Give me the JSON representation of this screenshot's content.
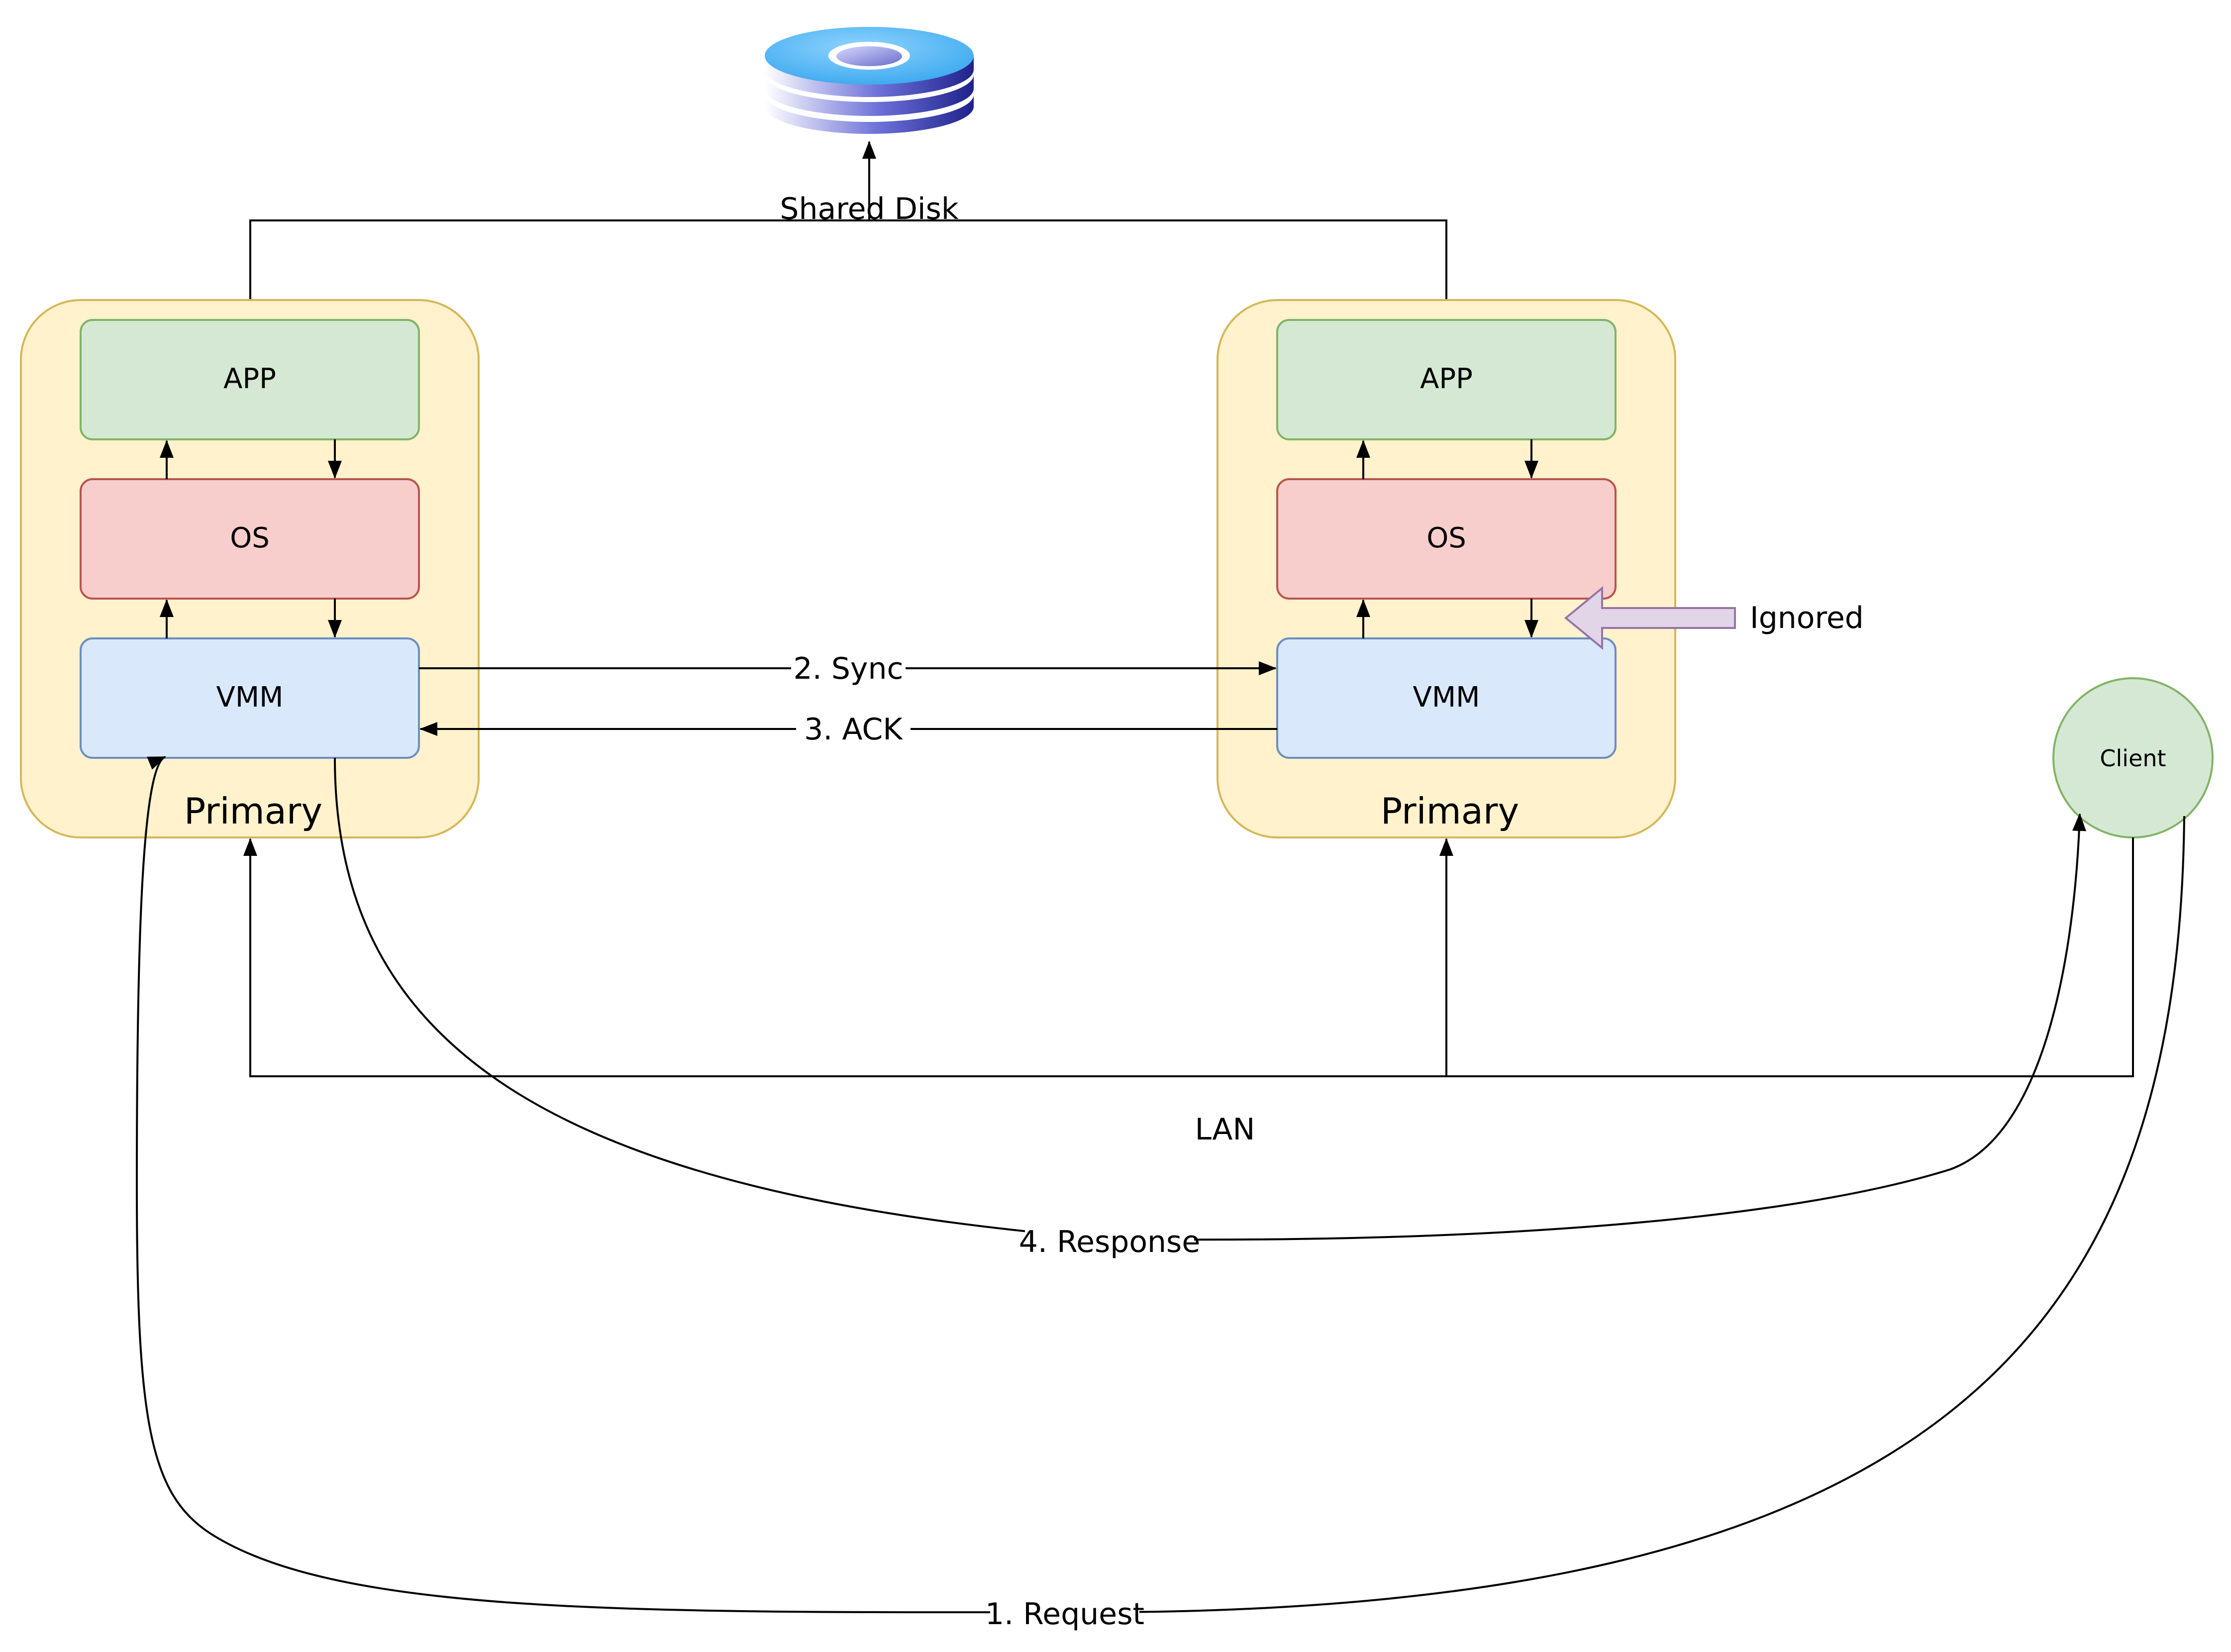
{
  "nodes": {
    "shared_disk": {
      "label": "Shared Disk"
    },
    "left_host": {
      "label": "Primary",
      "app": "APP",
      "os": "OS",
      "vmm": "VMM"
    },
    "right_host": {
      "label": "Primary",
      "app": "APP",
      "os": "OS",
      "vmm": "VMM"
    },
    "client": {
      "label": "Client"
    },
    "ignored": {
      "label": "Ignored"
    },
    "lan": {
      "label": "LAN"
    }
  },
  "edges": {
    "request": "1. Request",
    "sync": "2. Sync",
    "ack": "3. ACK",
    "response": "4. Response"
  },
  "colors": {
    "host_fill": "#fff2cc",
    "host_stroke": "#d6b656",
    "app_fill": "#d5e8d4",
    "app_stroke": "#82b366",
    "os_fill": "#f8cecc",
    "os_stroke": "#b85450",
    "vmm_fill": "#dae8fc",
    "vmm_stroke": "#6c8ebf",
    "client_fill": "#d5e8d4",
    "client_stroke": "#82b366",
    "ignored_arrow_fill": "#e1d5e7",
    "ignored_arrow_stroke": "#9673a6",
    "disk_top": "#5bb7f0",
    "disk_base": "#2b2f9a"
  },
  "icons": {
    "shared_disk": "disk-stack-icon",
    "ignored_pointer": "left-arrow-icon"
  }
}
